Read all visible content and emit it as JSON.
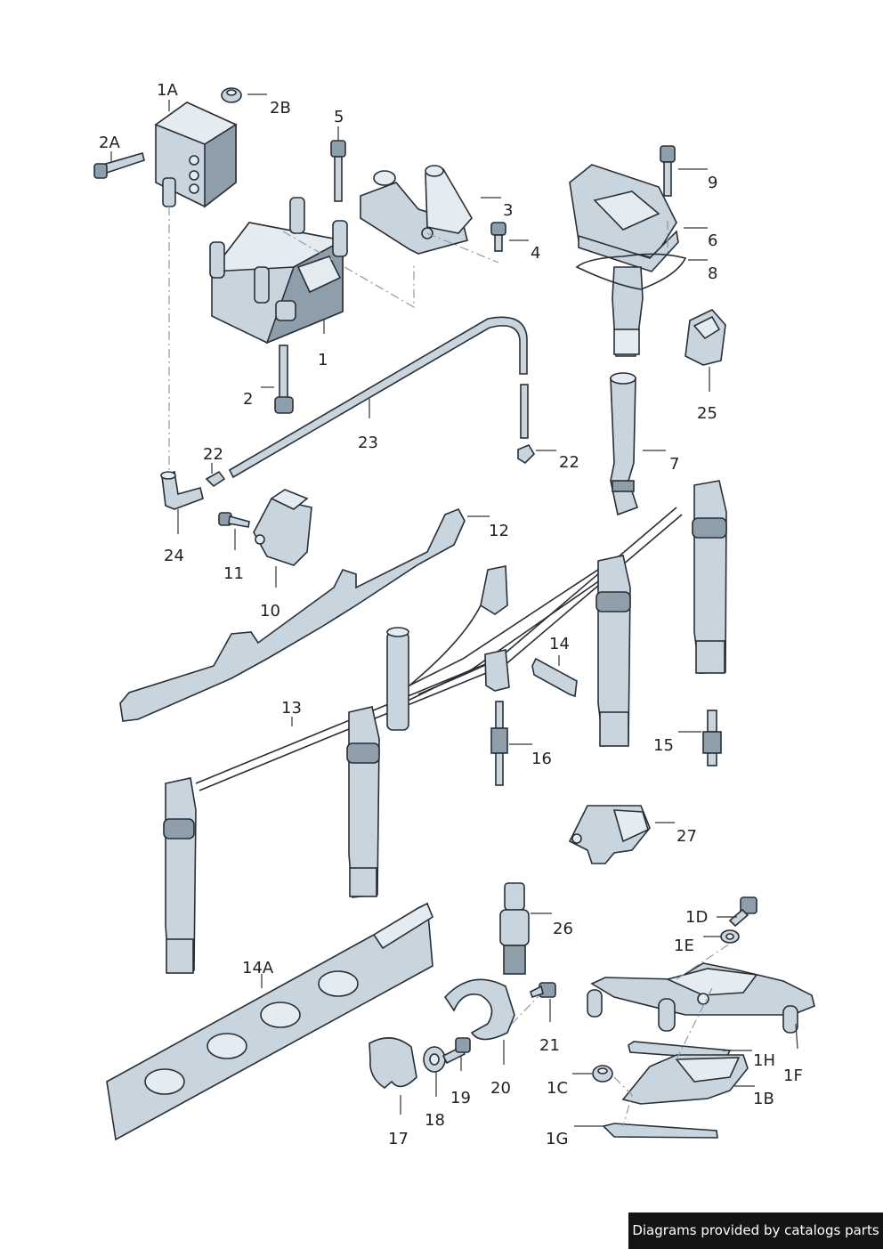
{
  "callouts": {
    "c1A": "1A",
    "c2B": "2B",
    "c2A": "2A",
    "c5": "5",
    "c3": "3",
    "c4": "4",
    "c9": "9",
    "c6": "6",
    "c8": "8",
    "c1": "1",
    "c2": "2",
    "c25": "25",
    "c23": "23",
    "c22a": "22",
    "c22b": "22",
    "c7": "7",
    "c24": "24",
    "c12": "12",
    "c11": "11",
    "c10": "10",
    "c14": "14",
    "c13": "13",
    "c16": "16",
    "c15": "15",
    "c27": "27",
    "c1D": "1D",
    "c26": "26",
    "c1E": "1E",
    "c14A": "14A",
    "c21": "21",
    "c1H": "1H",
    "c1F": "1F",
    "c19": "19",
    "c20": "20",
    "c1C": "1C",
    "c1B": "1B",
    "c18": "18",
    "c17": "17",
    "c1G": "1G"
  },
  "footer": {
    "text": "Diagrams provided by catalogs parts"
  }
}
